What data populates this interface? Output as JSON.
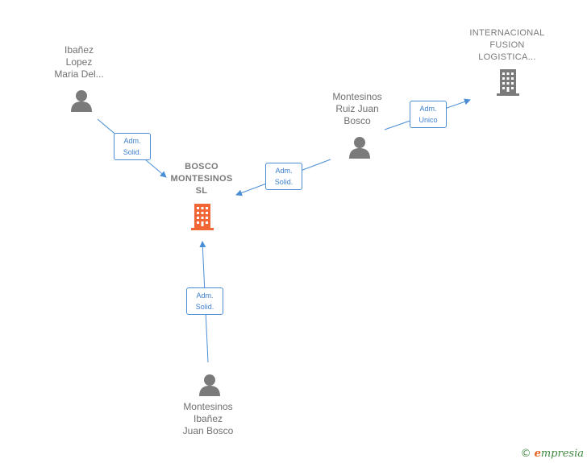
{
  "nodes": {
    "person_ibanez_maria": {
      "label_lines": [
        "Ibañez",
        "Lopez",
        "Maria Del..."
      ]
    },
    "person_montesinos_ruiz": {
      "label_lines": [
        "Montesinos",
        "Ruiz Juan",
        "Bosco"
      ]
    },
    "person_montesinos_ibanez": {
      "label_lines": [
        "Montesinos",
        "Ibañez",
        "Juan Bosco"
      ]
    },
    "company_bosco": {
      "label_lines": [
        "BOSCO",
        "MONTESINOS",
        "SL"
      ],
      "color": "#f26535"
    },
    "company_internacional": {
      "label_lines": [
        "INTERNACIONAL",
        "FUSION",
        "LOGISTICA..."
      ],
      "color": "#7a7a7a"
    }
  },
  "relations": [
    {
      "id": "rel1",
      "lines": [
        "Adm.",
        "Solid."
      ]
    },
    {
      "id": "rel2",
      "lines": [
        "Adm.",
        "Solid."
      ]
    },
    {
      "id": "rel3",
      "lines": [
        "Adm.",
        "Unico"
      ]
    },
    {
      "id": "rel4",
      "lines": [
        "Adm.",
        "Solid."
      ]
    }
  ],
  "colors": {
    "edge": "#4a8fd6",
    "person_icon": "#7a7a7a"
  },
  "brand": {
    "copyright_symbol": "©",
    "name_initial": "e",
    "name_rest": "mpresia"
  }
}
